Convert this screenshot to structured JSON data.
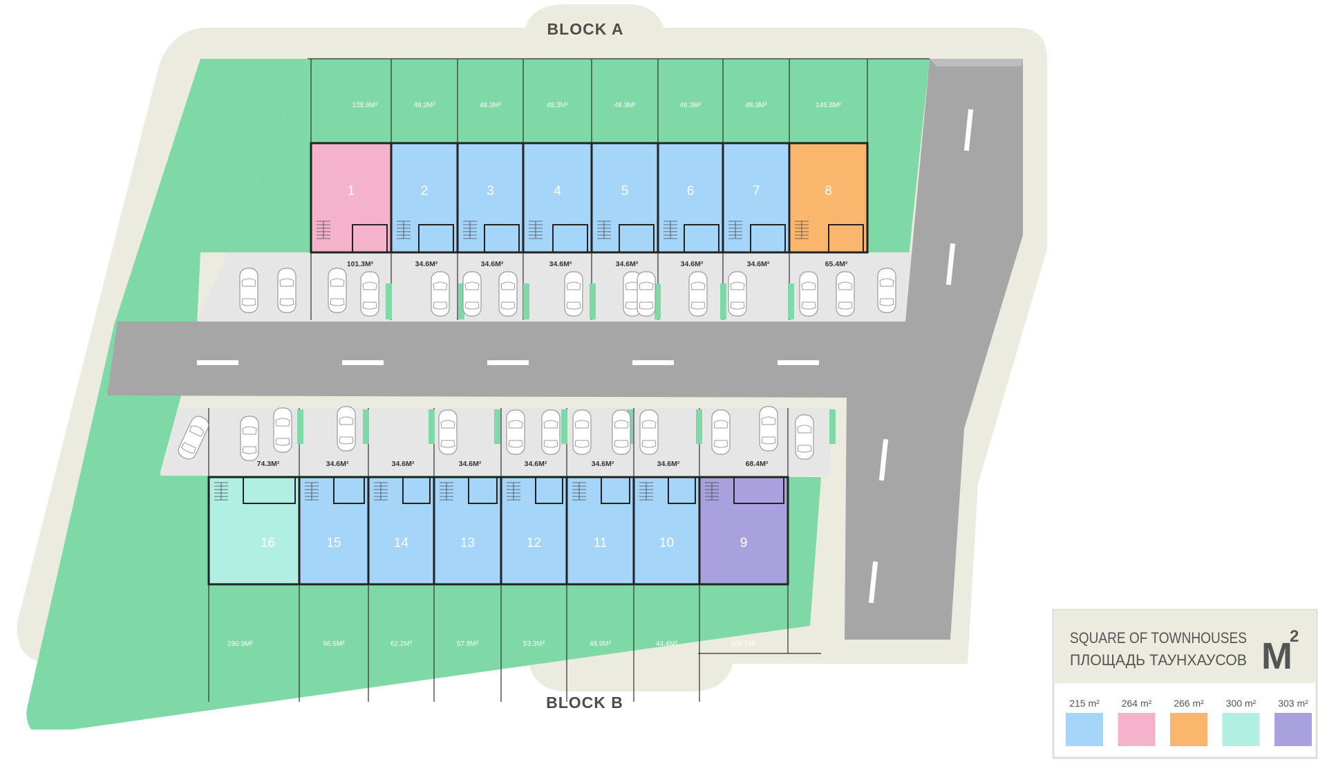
{
  "title_top": "BLOCK A",
  "title_bottom": "BLOCK B",
  "legend": {
    "title_line1": "SQUARE OF TOWNHOUSES",
    "title_line2": "ПЛОЩАДЬ ТАУНХАУСОВ",
    "unit_symbol": "M",
    "unit_power": "2",
    "items": [
      {
        "label": "215 m²",
        "color": "#a6d5fa"
      },
      {
        "label": "264 m²",
        "color": "#f5b3cb"
      },
      {
        "label": "266 m²",
        "color": "#fbb66e"
      },
      {
        "label": "300 m²",
        "color": "#b1efe2"
      },
      {
        "label": "303 m²",
        "color": "#a8a1dd"
      }
    ]
  },
  "colors": {
    "lawn": "#7ed9a6",
    "paving": "#e6e6e6",
    "road": "#a6a6a6",
    "surround": "#ebebe0"
  },
  "block_a": {
    "units": [
      "1",
      "2",
      "3",
      "4",
      "5",
      "6",
      "7",
      "8"
    ],
    "unit_colors": [
      "#f5b3cb",
      "#a6d5fa",
      "#a6d5fa",
      "#a6d5fa",
      "#a6d5fa",
      "#a6d5fa",
      "#a6d5fa",
      "#fbb66e"
    ],
    "garden_areas": [
      "128.9M²",
      "48.3M²",
      "48.3M²",
      "48.3M²",
      "48.3M²",
      "48.3M²",
      "48.3M²",
      "145.8M²"
    ],
    "parking_areas": [
      "101.3M²",
      "34.6M²",
      "34.6M²",
      "34.6M²",
      "34.6M²",
      "34.6M²",
      "34.6M²",
      "65.4M²"
    ]
  },
  "block_b": {
    "units": [
      "16",
      "15",
      "14",
      "13",
      "12",
      "11",
      "10",
      "9"
    ],
    "unit_colors": [
      "#b1efe2",
      "#a6d5fa",
      "#a6d5fa",
      "#a6d5fa",
      "#a6d5fa",
      "#a6d5fa",
      "#a6d5fa",
      "#a8a1dd"
    ],
    "garden_areas": [
      "290.9M²",
      "66.6M²",
      "62.2M²",
      "57.8M²",
      "53.3M²",
      "48.9M²",
      "44.4M²",
      "106.1M²"
    ],
    "parking_areas": [
      "74.3M²",
      "34.6M²",
      "34.6M²",
      "34.6M²",
      "34.6M²",
      "34.6M²",
      "34.6M²",
      "68.4M²"
    ]
  }
}
